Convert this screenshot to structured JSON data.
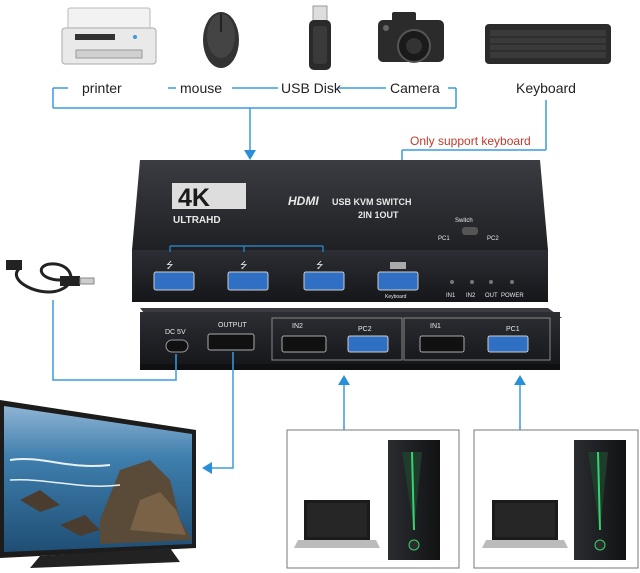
{
  "peripherals": {
    "printer": "printer",
    "mouse": "mouse",
    "usb_disk": "USB Disk",
    "camera": "Camera",
    "keyboard": "Keyboard"
  },
  "note": "Only support keyboard",
  "device": {
    "logo_main": "4K",
    "logo_sub": "ULTRAHD",
    "brand": "HDMI",
    "model_line1": "USB KVM SWITCH",
    "model_line2": "2IN 1OUT",
    "switch_label": "Switch",
    "pc1_label": "PC1",
    "pc2_label": "PC2",
    "keyboard_port": "Keyboard",
    "led_in1": "IN1",
    "led_in2": "IN2",
    "led_out": "OUT",
    "led_power": "POWER",
    "rear_dc": "DC 5V",
    "rear_output": "OUTPUT",
    "rear_in2": "IN2",
    "rear_pc2": "PC2",
    "rear_in1": "IN1",
    "rear_pc1": "PC1"
  },
  "colors": {
    "arrow": "#2a8fd6",
    "line": "#3a9be0",
    "note": "#c0392b",
    "device": "#2b2d31"
  }
}
